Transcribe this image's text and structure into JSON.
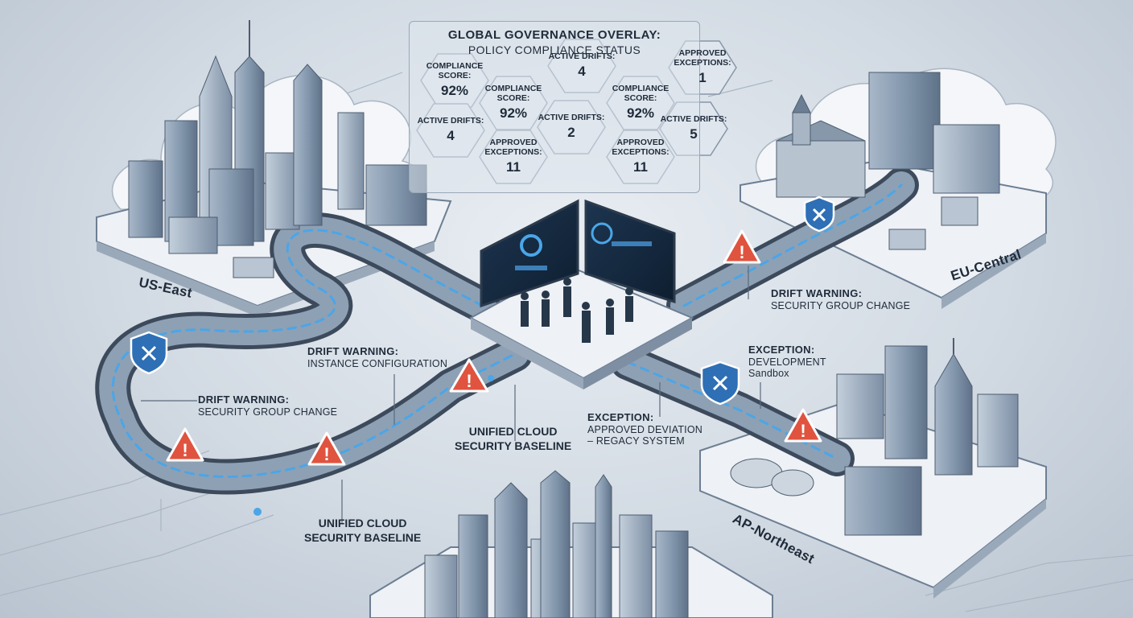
{
  "overlay": {
    "title": "GLOBAL GOVERNANCE OVERLAY:",
    "subtitle": "POLICY COMPLIANCE STATUS",
    "cells": [
      {
        "key": "COMPLIANCE SCORE:",
        "value": "92%"
      },
      {
        "key": "ACTIVE DRIFTS:",
        "value": "4"
      },
      {
        "key": "APPROVED EXCEPTIONS:",
        "value": "1"
      },
      {
        "key": "COMPLIANCE SCORE:",
        "value": "92%"
      },
      {
        "key": "COMPLIANCE SCORE:",
        "value": "92%"
      },
      {
        "key": "ACTIVE DRIFTS:",
        "value": "4"
      },
      {
        "key": "ACTIVE DRIFTS:",
        "value": "2"
      },
      {
        "key": "ACTIVE DRIFTS:",
        "value": "5"
      },
      {
        "key": "APPROVED EXCEPTIONS:",
        "value": "11"
      },
      {
        "key": "APPROVED EXCEPTIONS:",
        "value": "11"
      }
    ]
  },
  "regions": {
    "us_east": "US-East",
    "eu_central": "EU-Central",
    "ap_northeast": "AP-Northeast"
  },
  "annotations": {
    "drift_eu": {
      "title": "DRIFT WARNING:",
      "detail": "SECURITY GROUP CHANGE"
    },
    "drift_instance": {
      "title": "DRIFT WARNING:",
      "detail": "INSTANCE CONFIGURATION"
    },
    "drift_us": {
      "title": "DRIFT WARNING:",
      "detail": "SECURITY GROUP CHANGE"
    },
    "exception_dev": {
      "title": "EXCEPTION:",
      "detail1": "DEVELOPMENT",
      "detail2": "Sandbox"
    },
    "exception_legacy": {
      "title": "EXCEPTION:",
      "detail1": "APPROVED DEVIATION",
      "detail2": "– REGACY SYSTEM"
    }
  },
  "baselines": [
    {
      "line1": "UNIFIED CLOUD",
      "line2": "SECURITY BASELINE"
    },
    {
      "line1": "UNIFIED CLOUD",
      "line2": "SECURITY BASELINE"
    }
  ],
  "colors": {
    "road": "#3c4a5c",
    "glow": "#4aa6e8",
    "warning": "#e0533f",
    "shield": "#2e6fb5",
    "platform": "#eef1f5",
    "building": "#7f93aa"
  },
  "icons": [
    "warning-triangle-icon",
    "shield-x-icon",
    "dashboard-screen-icon"
  ]
}
